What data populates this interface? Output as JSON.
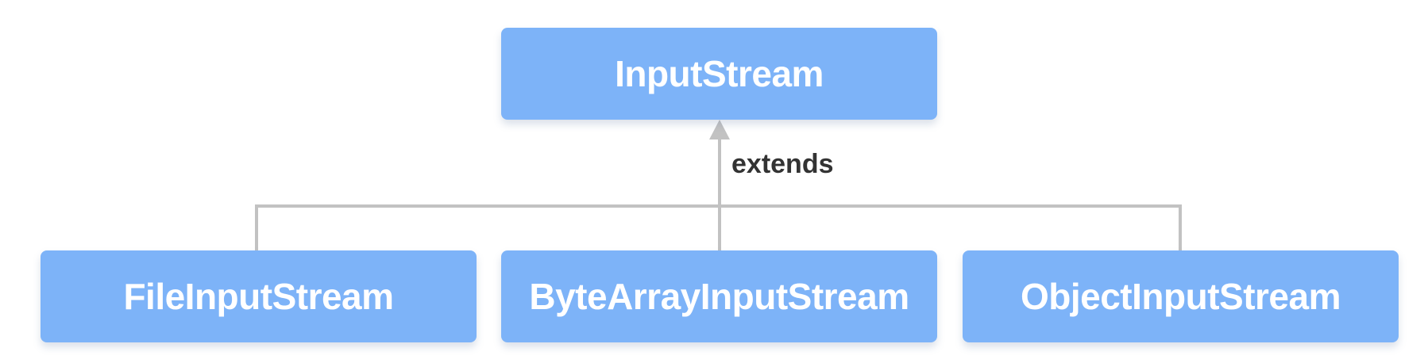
{
  "diagram": {
    "parent": {
      "label": "InputStream"
    },
    "relation": {
      "label": "extends"
    },
    "children": [
      {
        "label": "FileInputStream"
      },
      {
        "label": "ByteArrayInputStream"
      },
      {
        "label": "ObjectInputStream"
      }
    ]
  },
  "colors": {
    "box_fill": "#7db3f8",
    "box_text": "#ffffff",
    "connector": "#c2c2c2",
    "relation_text": "#333333"
  }
}
